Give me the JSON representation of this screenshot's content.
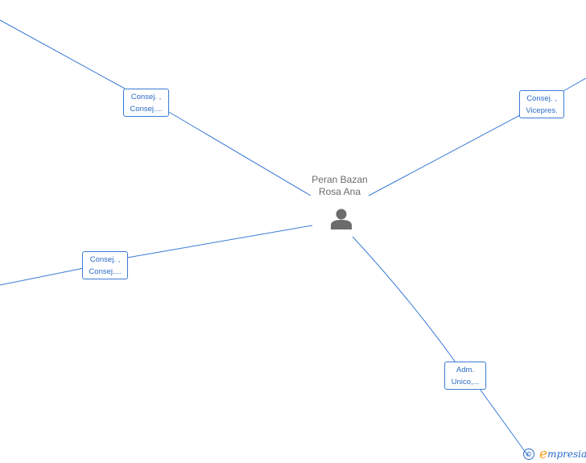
{
  "center_person": {
    "name_line1": "Peran Bazan",
    "name_line2": "Rosa Ana",
    "icon": "person-icon"
  },
  "relations": [
    {
      "line1": "Consej. ,",
      "line2": "Consej...."
    },
    {
      "line1": "Consej. ,",
      "line2": "Vicepres."
    },
    {
      "line1": "Consej. ,",
      "line2": "Consej...."
    },
    {
      "line1": "Adm.",
      "line2": "Unico,..."
    }
  ],
  "brand": {
    "copyright_symbol": "©",
    "logo_initial": "e",
    "logo_rest": "mpresia"
  },
  "colors": {
    "edge": "#3a7bd5",
    "box_border": "#3a7bd5",
    "box_text": "#2a6bc8",
    "name_text": "#6b6b6b",
    "icon": "#6b6b6b",
    "brand_accent": "#f39c12"
  }
}
